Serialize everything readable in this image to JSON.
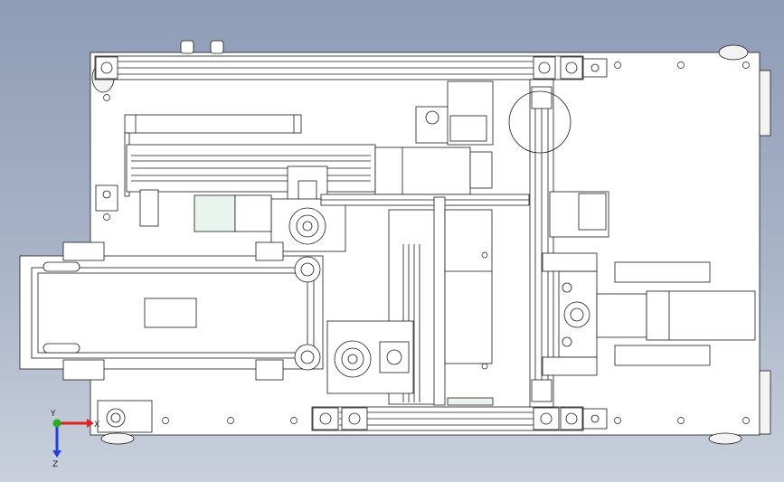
{
  "viewport": {
    "background_top": "#8e9cb6",
    "background_bottom": "#c9d0dc",
    "line_color": "#1a1a1a",
    "plate_color": "#ffffff"
  },
  "triad": {
    "x_label": "X",
    "y_label": "Y",
    "z_label": "Z",
    "x_color": "#e02020",
    "y_color": "#20b020",
    "z_color": "#2040e0"
  }
}
